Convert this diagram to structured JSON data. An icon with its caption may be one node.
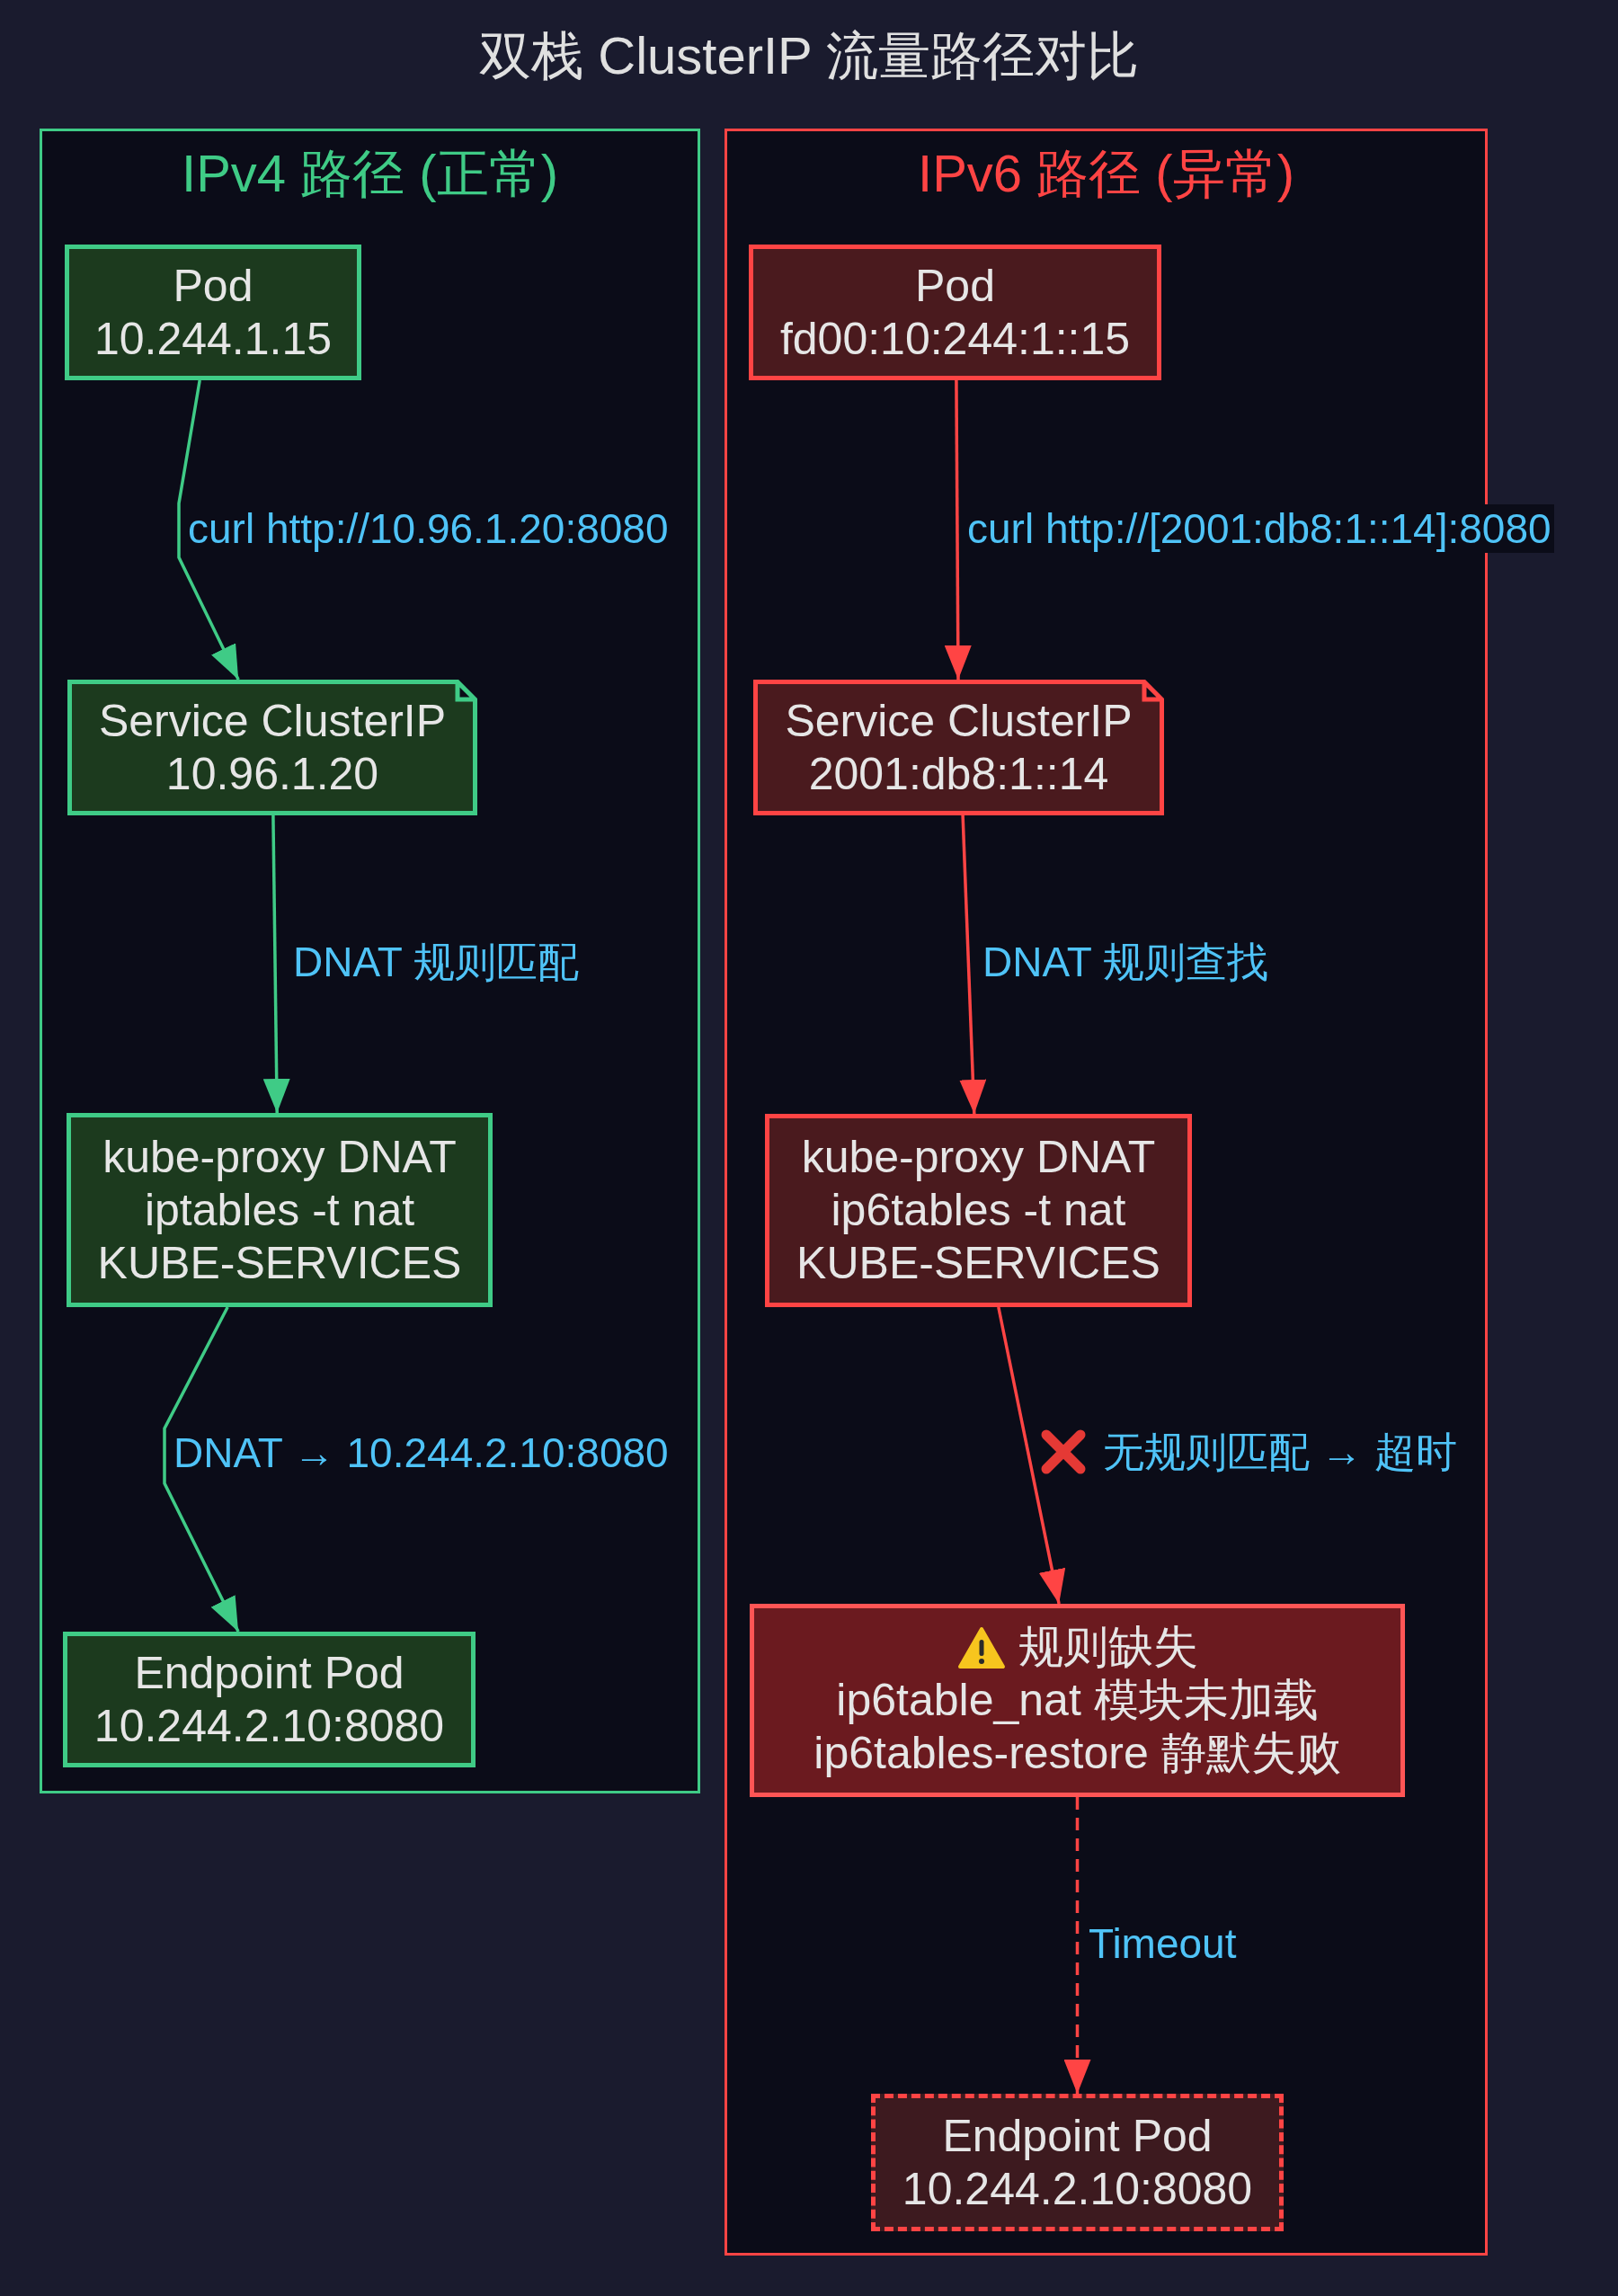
{
  "diagram": {
    "title": "双栈 ClusterIP 流量路径对比",
    "nodes": [
      {
        "text": [
          "IPv4 路径 (正常)"
        ]
      },
      {
        "text": [
          "Pod",
          "10.244.1.15"
        ],
        "in": 0
      },
      {
        "text": [
          "Service ClusterIP",
          "10.96.1.20"
        ],
        "in": 0
      },
      {
        "text": [
          "kube-proxy DNAT",
          "iptables -t nat",
          "KUBE-SERVICES"
        ],
        "in": 0
      },
      {
        "text": [
          "Endpoint Pod",
          "10.244.2.10:8080"
        ],
        "in": 0
      },
      {
        "text": [
          "IPv6 路径 (异常)"
        ]
      },
      {
        "text": [
          "Pod",
          "fd00:10:244:1::15"
        ],
        "in": 5
      },
      {
        "text": [
          "Service ClusterIP",
          "2001:db8:1::14"
        ],
        "in": 5
      },
      {
        "text": [
          "kube-proxy DNAT",
          "ip6tables -t nat",
          "KUBE-SERVICES"
        ],
        "in": 5
      },
      {
        "text": [
          "规则缺失",
          "ip6table_nat 模块未加载",
          "ip6tables-restore 静默失败"
        ],
        "in": 5
      },
      {
        "text": [
          "Endpoint Pod",
          "10.244.2.10:8080"
        ],
        "in": 5
      }
    ],
    "edges": [
      {
        "from": 1,
        "to": 2,
        "arrow": "to",
        "label": "curl http://10.96.1.20:8080",
        "color": "#3fcb86"
      },
      {
        "from": 2,
        "to": 3,
        "arrow": "to",
        "label": "DNAT 规则匹配",
        "color": "#3fcb86"
      },
      {
        "from": 3,
        "to": 4,
        "arrow": "to",
        "label": "DNAT → 10.244.2.10:8080",
        "color": "#3fcb86"
      },
      {
        "from": 6,
        "to": 7,
        "arrow": "to",
        "label": "curl http://[2001:db8:1::14]:8080"
      },
      {
        "from": 7,
        "to": 8,
        "arrow": "to",
        "label": "DNAT 规则查找"
      },
      {
        "from": 8,
        "to": 9,
        "arrow": "to",
        "label": "无规则匹配 → 超时"
      },
      {
        "from": 9,
        "to": 10,
        "arrow": "to",
        "label": "Timeout",
        "style": "dashed"
      }
    ]
  }
}
